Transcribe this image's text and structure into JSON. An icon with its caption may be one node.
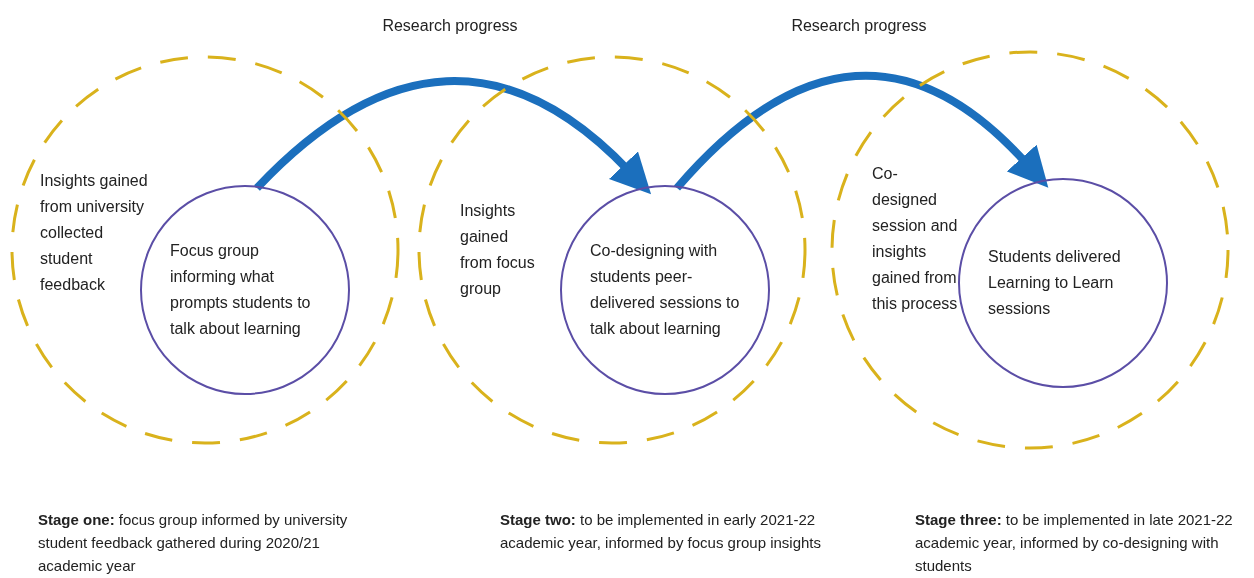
{
  "diagram": {
    "nodes": [
      {
        "text": [
          "Insights gained from university collected student feedback"
        ]
      },
      {
        "text": [
          "Focus group informing what prompts students to talk about learning"
        ],
        "in": 0
      },
      {
        "text": [
          "Insights gained from focus group"
        ]
      },
      {
        "text": [
          "Co-designing with students peer-delivered sessions to talk about learning"
        ],
        "in": 2
      },
      {
        "text": [
          "Co-designed session and insights gained from this process"
        ]
      },
      {
        "text": [
          "Students delivered Learning to Learn sessions"
        ],
        "in": 4
      }
    ],
    "edges": [
      {
        "from": 1,
        "to": 3,
        "arrow": "to",
        "label": "Research progress"
      },
      {
        "from": 3,
        "to": 5,
        "arrow": "to",
        "label": "Research progress"
      }
    ],
    "labels": [
      "**Stage one:** focus group informed by university student feedback gathered during 2020/21 academic year",
      "**Stage two:** to be implemented in early 2021-22 academic year, informed by focus group insights",
      "**Stage three:** to be implemented in late 2021-22 academic year, informed by co-designing with students"
    ]
  }
}
